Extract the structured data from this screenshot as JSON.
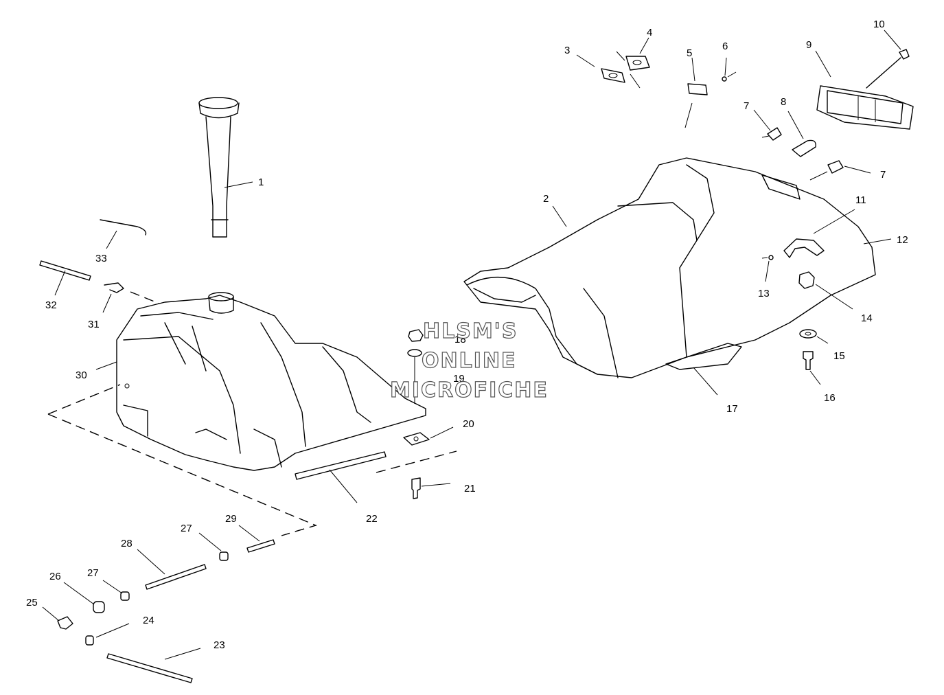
{
  "callouts": [
    "1",
    "2",
    "3",
    "4",
    "5",
    "6",
    "7",
    "8",
    "9",
    "10",
    "11",
    "12",
    "13",
    "14",
    "15",
    "16",
    "17",
    "18",
    "19",
    "20",
    "21",
    "22",
    "23",
    "24",
    "25",
    "26",
    "27",
    "28",
    "29",
    "30",
    "31",
    "32",
    "33",
    "7",
    "27"
  ],
  "watermark": {
    "line1": "HLSM'S",
    "line2": "ONLINE",
    "line3": "MICROFICHE"
  },
  "colors": {
    "line": "#000000",
    "background": "#ffffff",
    "watermark_outline": "#555555"
  }
}
